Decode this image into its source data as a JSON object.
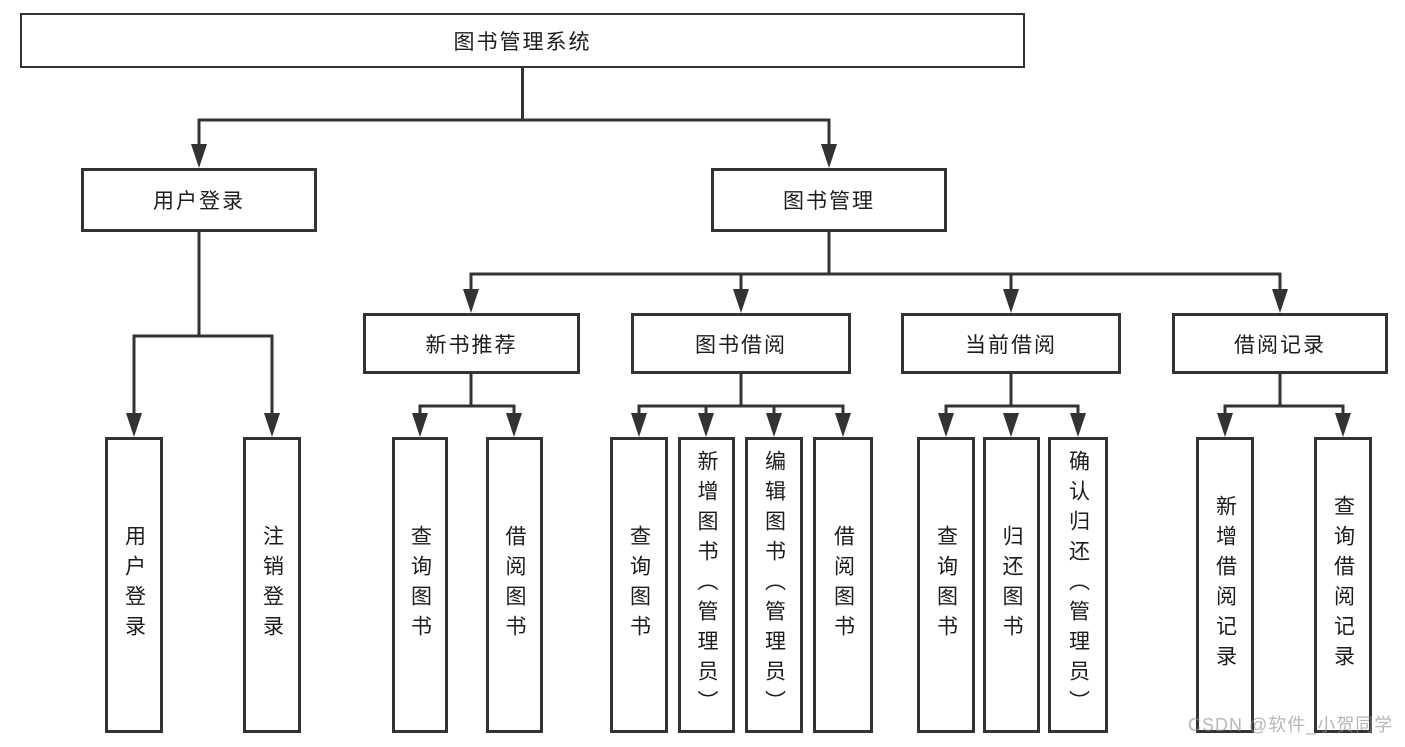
{
  "diagram": {
    "root": {
      "label": "图书管理系统"
    },
    "level2": [
      {
        "label": "用户登录"
      },
      {
        "label": "图书管理"
      }
    ],
    "level3": [
      {
        "label": "新书推荐",
        "parent": "图书管理"
      },
      {
        "label": "图书借阅",
        "parent": "图书管理"
      },
      {
        "label": "当前借阅",
        "parent": "图书管理"
      },
      {
        "label": "借阅记录",
        "parent": "图书管理"
      }
    ],
    "leaves": [
      {
        "label": "用户登录",
        "parent": "用户登录"
      },
      {
        "label": "注销登录",
        "parent": "用户登录"
      },
      {
        "label": "查询图书",
        "parent": "新书推荐"
      },
      {
        "label": "借阅图书",
        "parent": "新书推荐"
      },
      {
        "label": "查询图书",
        "parent": "图书借阅"
      },
      {
        "label": "新增图书（管理员）",
        "parent": "图书借阅"
      },
      {
        "label": "编辑图书（管理员）",
        "parent": "图书借阅"
      },
      {
        "label": "借阅图书",
        "parent": "图书借阅"
      },
      {
        "label": "查询图书",
        "parent": "当前借阅"
      },
      {
        "label": "归还图书",
        "parent": "当前借阅"
      },
      {
        "label": "确认归还（管理员）",
        "parent": "当前借阅"
      },
      {
        "label": "新增借阅记录",
        "parent": "借阅记录"
      },
      {
        "label": "查询借阅记录",
        "parent": "借阅记录"
      }
    ],
    "colors": {
      "line": "#333333",
      "box_border": "#333333",
      "text": "#1c1c1c",
      "watermark": "#919191"
    },
    "watermark": "CSDN @软件_小贺同学"
  }
}
